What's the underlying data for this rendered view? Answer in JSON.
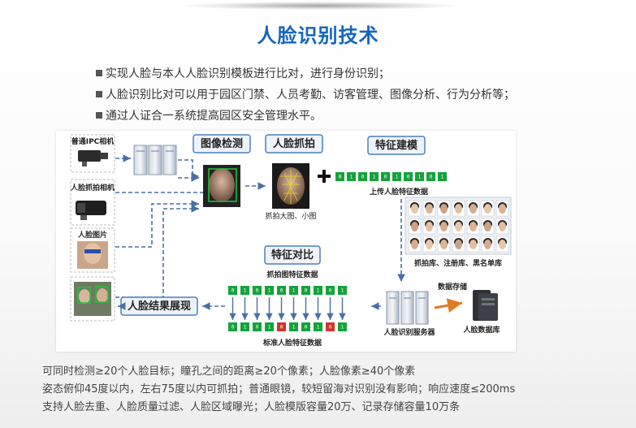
{
  "title": "人脸识别技术",
  "bullets": [
    "实现人脸与本人人脸识别模板进行比对，进行身份识别；",
    "人脸识别比对可以用于园区门禁、人员考勤、访客管理、图像分析、行为分析等；",
    "通过人证合一系统提高园区安全管理水平。"
  ],
  "diagram": {
    "inputs": [
      "普通IPC相机",
      "人脸抓拍相机",
      "人脸图片"
    ],
    "stages": {
      "image_detect": "图像检测",
      "face_capture": "人脸抓拍",
      "feature_model": "特征建模",
      "feature_compare": "特征对比",
      "result_display": "人脸结果展现"
    },
    "labels": {
      "capture_images": "抓拍大图、小图",
      "upload_feature": "上传人脸特征数据",
      "libraries": "抓拍库、注册库、黑名单库",
      "capture_feature": "抓拍图特征数据",
      "standard_feature": "标准人脸特征数据",
      "data_storage": "数据存储",
      "recognition_server": "人脸识别服务器",
      "face_database": "人脸数据库"
    },
    "bits_upload": [
      "0",
      "1",
      "0",
      "1",
      "0",
      "1",
      "0",
      "1",
      "0",
      "1"
    ],
    "bits_capture": [
      "0",
      "1",
      "0",
      "1",
      "0",
      "1",
      "0",
      "1",
      "0",
      "1"
    ],
    "bits_standard": [
      "0",
      "1",
      "0",
      "1",
      "0",
      "1",
      "0",
      "1",
      "0",
      "1"
    ],
    "bits_standard_red": [
      4,
      8
    ],
    "colors": {
      "title": "#1565c0",
      "stage_border": "#4a7fc1",
      "bit_green": "#14a33a",
      "bit_red": "#d0352b",
      "arrow": "#4a6fa5",
      "storage_arrow": "#e07b22"
    }
  },
  "notes": [
    "可同时检测≥20个人脸目标；瞳孔之间的距离≥20个像素；人脸像素≥40个像素",
    "姿态俯仰45度以内，左右75度以内可抓拍；普通眼镜，较短留海对识别没有影响；响应速度≤200ms",
    "支持人脸去重、人脸质量过滤、人脸区域曝光；人脸模版容量20万、记录存储容量10万条"
  ]
}
